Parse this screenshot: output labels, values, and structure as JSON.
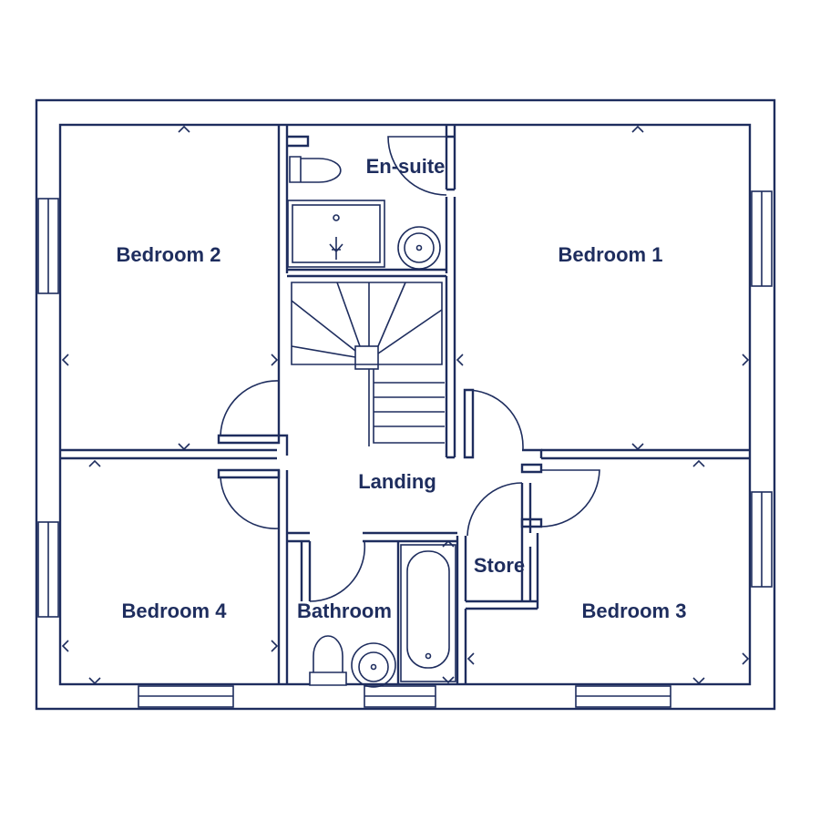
{
  "colors": {
    "line": "#1e2d5e",
    "floor": "#ececf4",
    "background": "#ffffff"
  },
  "rooms": {
    "bedroom_1": "Bedroom 1",
    "bedroom_2": "Bedroom 2",
    "bedroom_3": "Bedroom 3",
    "bedroom_4": "Bedroom 4",
    "en_suite": "En-suite",
    "landing": "Landing",
    "store": "Store",
    "bathroom": "Bathroom"
  }
}
